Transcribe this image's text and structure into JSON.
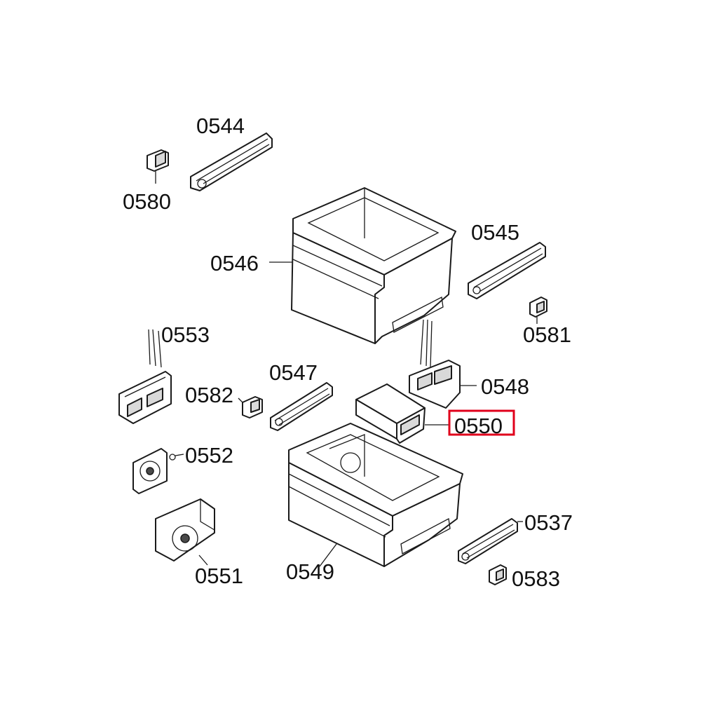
{
  "labels": {
    "p0544": "0544",
    "p0580": "0580",
    "p0545": "0545",
    "p0546": "0546",
    "p0581": "0581",
    "p0553": "0553",
    "p0547": "0547",
    "p0548": "0548",
    "p0582": "0582",
    "p0550": "0550",
    "p0552": "0552",
    "p0537": "0537",
    "p0551": "0551",
    "p0549": "0549",
    "p0583": "0583"
  },
  "highlighted_part": "0550",
  "highlight_color": "#e0001b"
}
